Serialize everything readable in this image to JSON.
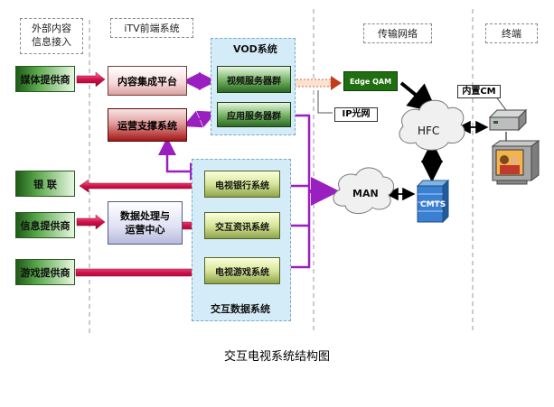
{
  "sections": {
    "external": "外部内容\n信息接入",
    "itv": "iTV前端系统",
    "transport": "传输网络",
    "terminal": "终端"
  },
  "providers": {
    "media": "媒体提供商",
    "unionpay": "银  联",
    "info": "信息提供商",
    "game": "游戏提供商"
  },
  "itv": {
    "content_platform": "内容集成平台",
    "operation_support": "运营支撑系统",
    "data_center": "数据处理与\n运营中心"
  },
  "vod": {
    "title": "VOD系统",
    "video_server": "视频服务器群",
    "app_server": "应用服务器群"
  },
  "interactive": {
    "title": "交互数据系统",
    "tv_bank": "电视银行系统",
    "info_system": "交互资讯系统",
    "tv_game": "电视游戏系统"
  },
  "network": {
    "edge_qam": "Edge QAM",
    "ip_net": "IP光网",
    "hfc": "HFC",
    "man": "MAN",
    "cmts": "CMTS"
  },
  "terminal": {
    "cm": "内置CM"
  },
  "caption": "交互电视系统结构图",
  "colors": {
    "arrow_red": "#d1104a",
    "arrow_purple": "#9a1fc0",
    "arrow_blue": "#2a4aa8"
  }
}
